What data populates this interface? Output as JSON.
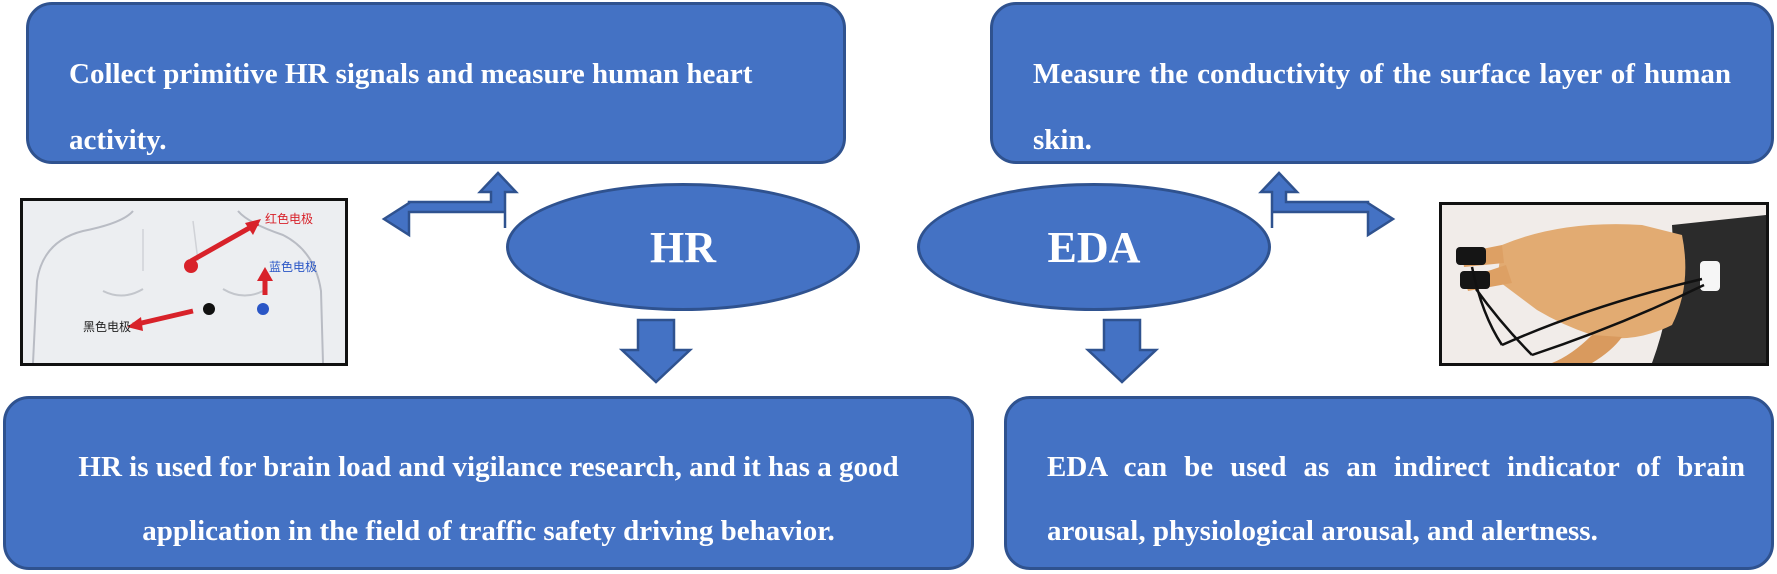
{
  "hr": {
    "label": "HR",
    "top_box": "Collect primitive HR signals and measure human heart activity.",
    "bottom_box": "HR is used for brain load and vigilance research, and it has a good application in the field of traffic safety driving behavior.",
    "image_annotations": [
      "红色电极",
      "蓝色电极",
      "黑色电极"
    ]
  },
  "eda": {
    "label": "EDA",
    "top_box": "Measure the conductivity of the surface layer of human skin.",
    "bottom_box": "EDA can be used as an indirect indicator of brain arousal, physiological arousal, and alertness."
  },
  "colors": {
    "box_fill": "#4472c4",
    "box_border": "#2f528f",
    "text": "#ffffff"
  }
}
